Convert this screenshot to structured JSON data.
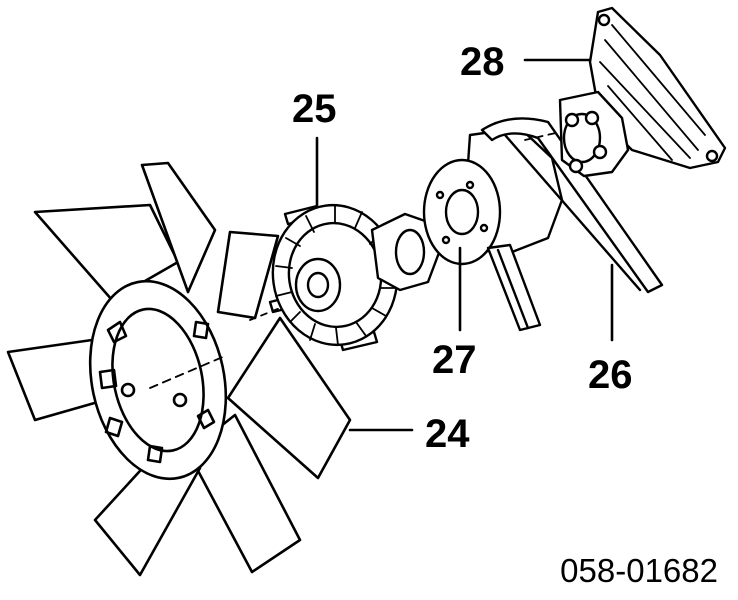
{
  "callouts": {
    "fan": "24",
    "fan_clutch": "25",
    "belt": "26",
    "pulley": "27",
    "water_pump_bracket": "28"
  },
  "catalog_number": "058-01682",
  "colors": {
    "ink": "#000000",
    "background": "#ffffff"
  }
}
